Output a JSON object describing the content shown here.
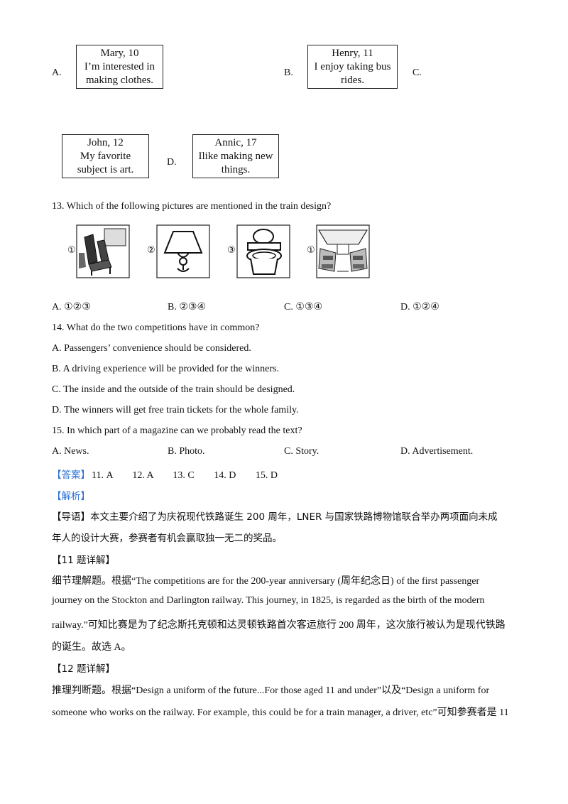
{
  "q12_options": {
    "A": {
      "letter": "A.",
      "lines": [
        "Mary, 10",
        "I’m interested in",
        "making clothes."
      ]
    },
    "B": {
      "letter": "B.",
      "lines": [
        "Henry, 11",
        "I enjoy taking bus",
        "rides."
      ]
    },
    "C": {
      "letter": "C.",
      "lines": [
        "John, 12",
        "My favorite",
        "subject is art."
      ]
    },
    "D": {
      "letter": "D.",
      "lines": [
        "Annic, 17",
        "Ilike making new",
        "things."
      ]
    }
  },
  "q13": {
    "question": "13.  Which of the following pictures are mentioned in the train design?",
    "pictures": [
      {
        "num": "①",
        "icon": "train-seat-icon"
      },
      {
        "num": "②",
        "icon": "lamp-icon"
      },
      {
        "num": "③",
        "icon": "toilet-icon"
      },
      {
        "num": "①",
        "icon": "train-interior-icon"
      }
    ],
    "choices": [
      "A.  ①②③",
      "B.  ②③④",
      "C.  ①③④",
      "D.  ①②④"
    ]
  },
  "q14": {
    "question": "14.  What do the two competitions have in common?",
    "options": [
      "A.  Passengers’ convenience should be considered.",
      "B.  A driving experience will be provided for the winners.",
      "C.  The inside and the outside of the train should be designed.",
      "D.  The winners will get free train tickets for the whole family."
    ]
  },
  "q15": {
    "question": "15.  In which part of a magazine can we probably read the text?",
    "choices": [
      "A.  News.",
      "B.  Photo.",
      "C.  Story.",
      "D.  Advertisement."
    ]
  },
  "answer": {
    "label": "【答案】",
    "values": [
      "11. A",
      "12. A",
      "13. C",
      "14. D",
      "15. D"
    ]
  },
  "analysis_label": "【解析】",
  "guide": {
    "line1": "【导语】本文主要介绍了为庆祝现代铁路诞生 200 周年，LNER 与国家铁路博物馆联合举办两项面向未成",
    "line2": "年人的设计大赛，参赛者有机会赢取独一无二的奖品。"
  },
  "q11_detail": {
    "heading": "【11 题详解】",
    "line1": "细节理解题。根据“The competitions are for the 200-year anniversary (周年纪念日) of the first passenger",
    "line2": "journey on the Stockton and Darlington railway. This journey, in 1825, is regarded as the birth of the modern",
    "line3": "railway.”可知比赛是为了纪念斯托克顿和达灵顿铁路首次客运旅行 200 周年，这次旅行被认为是现代铁路",
    "line4": "的诞生。故选 A。"
  },
  "q12_detail": {
    "heading": "【12 题详解】",
    "line1": "推理判断题。根据“Design a uniform of the future...For those aged 11 and under”以及“Design a uniform for",
    "line2": "someone who works on the railway. For example, this could be for a train manager, a driver, etc”可知参赛者是 11"
  }
}
